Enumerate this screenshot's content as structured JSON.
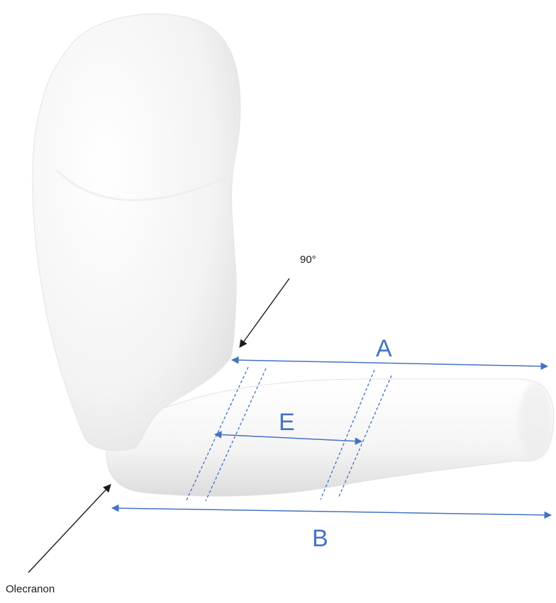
{
  "labels": {
    "angle": "90°",
    "forearm_length_top": "A",
    "forearm_length_bottom": "B",
    "measurement_zone": "E",
    "landmark": "Olecranon"
  },
  "colors": {
    "measure_line": "#4472c4",
    "pointer_arrow": "#1a1a1a",
    "limb_fill": "#f2f2f2"
  }
}
